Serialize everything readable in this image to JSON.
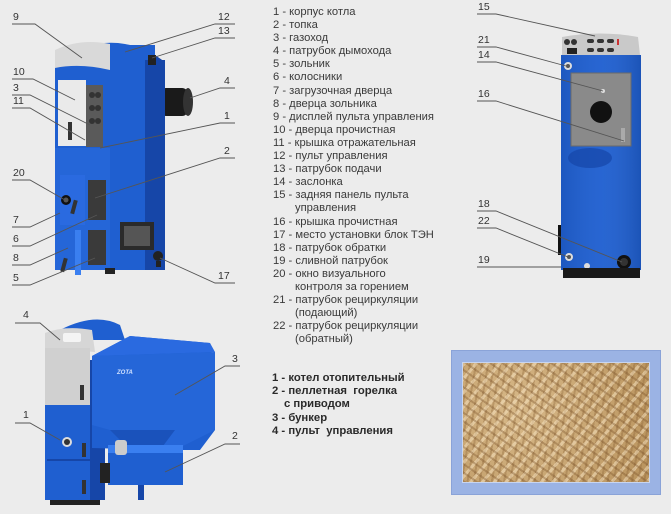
{
  "diagram": {
    "subject": "Solid fuel / pellet boiler components",
    "colors": {
      "background": "#ececec",
      "boiler_blue": "#1f5fd0",
      "boiler_blue_dark": "#1646a8",
      "panel_silver": "#d9d9d9",
      "frame_blue": "#9bb3e4",
      "pellet_tan": "#c9a671"
    },
    "legend_main": {
      "items": [
        {
          "num": "1",
          "text": "1 - корпус котла"
        },
        {
          "num": "2",
          "text": "2 - топка"
        },
        {
          "num": "3",
          "text": "3 - газоход"
        },
        {
          "num": "4",
          "text": "4 - патрубок дымохода"
        },
        {
          "num": "5",
          "text": "5 - зольник"
        },
        {
          "num": "6",
          "text": "6 - колосники"
        },
        {
          "num": "7",
          "text": "7 - загрузочная дверца"
        },
        {
          "num": "8",
          "text": "8 - дверца зольника"
        },
        {
          "num": "9",
          "text": "9 - дисплей пульта управления"
        },
        {
          "num": "10",
          "text": "10 - дверца прочистная"
        },
        {
          "num": "11",
          "text": "11 - крышка отражательная"
        },
        {
          "num": "12",
          "text": "12 - пульт управления"
        },
        {
          "num": "13",
          "text": "13 - патрубок подачи"
        },
        {
          "num": "14",
          "text": "14 - заслонка"
        },
        {
          "num": "15",
          "text": "15 - задняя панель пульта",
          "cont": "управления"
        },
        {
          "num": "16",
          "text": "16 - крышка прочистная"
        },
        {
          "num": "17",
          "text": "17 - место установки блок ТЭН"
        },
        {
          "num": "18",
          "text": "18 - патрубок обратки"
        },
        {
          "num": "19",
          "text": "19 - сливной патрубок"
        },
        {
          "num": "20",
          "text": "20 - окно визуального",
          "cont": "контроля за горением"
        },
        {
          "num": "21",
          "text": "21 - патрубок рециркуляции",
          "cont": "(подающий)"
        },
        {
          "num": "22",
          "text": "22 - патрубок рециркуляции",
          "cont": "(обратный)"
        }
      ]
    },
    "legend_pellet": {
      "items": [
        {
          "num": "1",
          "text": "1 - котел отопительный"
        },
        {
          "num": "2",
          "text": "2 - пеллетная  горелка",
          "cont": "с приводом"
        },
        {
          "num": "3",
          "text": "3 - бункер"
        },
        {
          "num": "4",
          "text": "4 - пульт  управления"
        }
      ]
    },
    "front_view_callouts": [
      "9",
      "10",
      "3",
      "11",
      "12",
      "13",
      "4",
      "1",
      "2",
      "20",
      "7",
      "6",
      "8",
      "5",
      "17"
    ],
    "rear_view_callouts": [
      "15",
      "21",
      "14",
      "16",
      "18",
      "22",
      "19"
    ],
    "pellet_view_callouts": [
      "4",
      "1",
      "3",
      "2"
    ],
    "pellet_view_brand": "ZOTA",
    "photo_label": "wood pellets"
  }
}
